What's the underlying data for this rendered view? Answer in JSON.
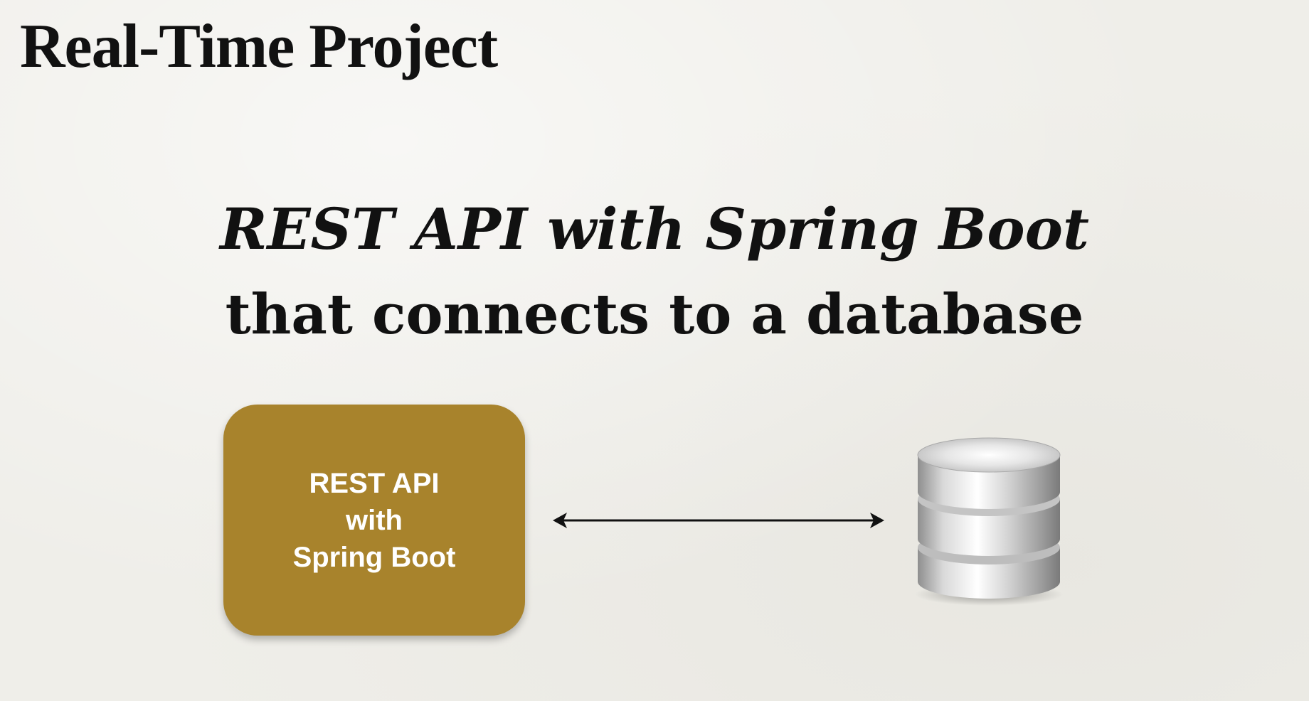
{
  "slide": {
    "title": "Real-Time Project",
    "headline_line1": "REST API with Spring Boot",
    "headline_line2": "that connects to a database"
  },
  "diagram": {
    "api_box": {
      "lines": [
        "REST API",
        "with",
        "Spring Boot"
      ],
      "color": "#a8832c",
      "text_color": "#ffffff"
    },
    "connector": {
      "type": "bidirectional-arrow-icon"
    },
    "database": {
      "icon": "database-icon"
    }
  },
  "colors": {
    "background": "#efeee9",
    "text": "#111111",
    "accent": "#a8832c"
  }
}
